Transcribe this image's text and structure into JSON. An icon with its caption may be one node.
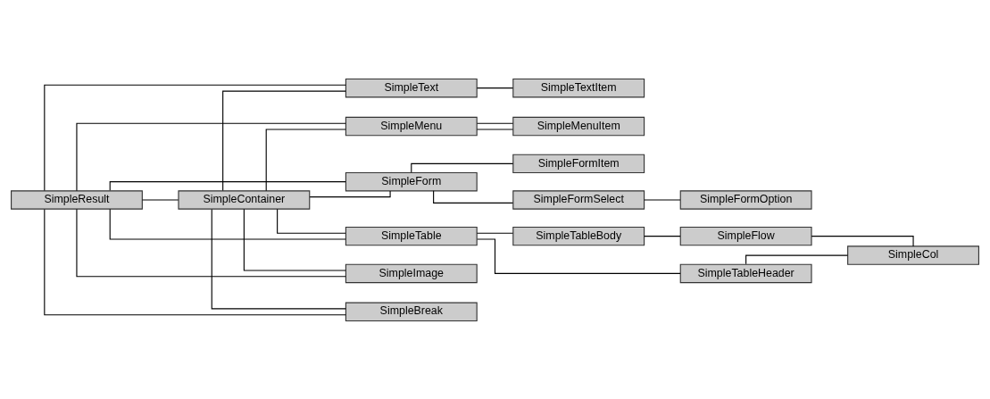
{
  "diagram": {
    "nodes": [
      {
        "text": [
          "SimpleResult"
        ]
      },
      {
        "text": [
          "SimpleContainer"
        ]
      },
      {
        "text": [
          "SimpleText"
        ]
      },
      {
        "text": [
          "SimpleTextItem"
        ]
      },
      {
        "text": [
          "SimpleMenu"
        ]
      },
      {
        "text": [
          "SimpleMenuItem"
        ]
      },
      {
        "text": [
          "SimpleForm"
        ]
      },
      {
        "text": [
          "SimpleFormItem"
        ]
      },
      {
        "text": [
          "SimpleFormSelect"
        ]
      },
      {
        "text": [
          "SimpleFormOption"
        ]
      },
      {
        "text": [
          "SimpleTable"
        ]
      },
      {
        "text": [
          "SimpleTableHeader"
        ]
      },
      {
        "text": [
          "SimpleTableBody"
        ]
      },
      {
        "text": [
          "SimpleFlow"
        ]
      },
      {
        "text": [
          "SimpleCol"
        ]
      },
      {
        "text": [
          "SimpleImage"
        ]
      },
      {
        "text": [
          "SimpleBreak"
        ]
      }
    ],
    "edges": [
      {
        "from": 0,
        "to": 1,
        "arrow": "none"
      },
      {
        "from": 0,
        "to": 2,
        "arrow": "none"
      },
      {
        "from": 0,
        "to": 4,
        "arrow": "none"
      },
      {
        "from": 0,
        "to": 6,
        "arrow": "none"
      },
      {
        "from": 0,
        "to": 10,
        "arrow": "none"
      },
      {
        "from": 0,
        "to": 15,
        "arrow": "none"
      },
      {
        "from": 0,
        "to": 16,
        "arrow": "none"
      },
      {
        "from": 1,
        "to": 2,
        "arrow": "none"
      },
      {
        "from": 1,
        "to": 4,
        "arrow": "none"
      },
      {
        "from": 1,
        "to": 6,
        "arrow": "none"
      },
      {
        "from": 1,
        "to": 10,
        "arrow": "none"
      },
      {
        "from": 1,
        "to": 15,
        "arrow": "none"
      },
      {
        "from": 1,
        "to": 16,
        "arrow": "none"
      },
      {
        "from": 2,
        "to": 3,
        "arrow": "none"
      },
      {
        "from": 4,
        "to": 5,
        "arrow": "none"
      },
      {
        "from": 5,
        "to": 4,
        "arrow": "none"
      },
      {
        "from": 6,
        "to": 7,
        "arrow": "none"
      },
      {
        "from": 6,
        "to": 8,
        "arrow": "none"
      },
      {
        "from": 8,
        "to": 9,
        "arrow": "none"
      },
      {
        "from": 10,
        "to": 11,
        "arrow": "none"
      },
      {
        "from": 10,
        "to": 12,
        "arrow": "none"
      },
      {
        "from": 12,
        "to": 13,
        "arrow": "none"
      },
      {
        "from": 11,
        "to": 14,
        "arrow": "none"
      },
      {
        "from": 13,
        "to": 14,
        "arrow": "none"
      }
    ]
  }
}
